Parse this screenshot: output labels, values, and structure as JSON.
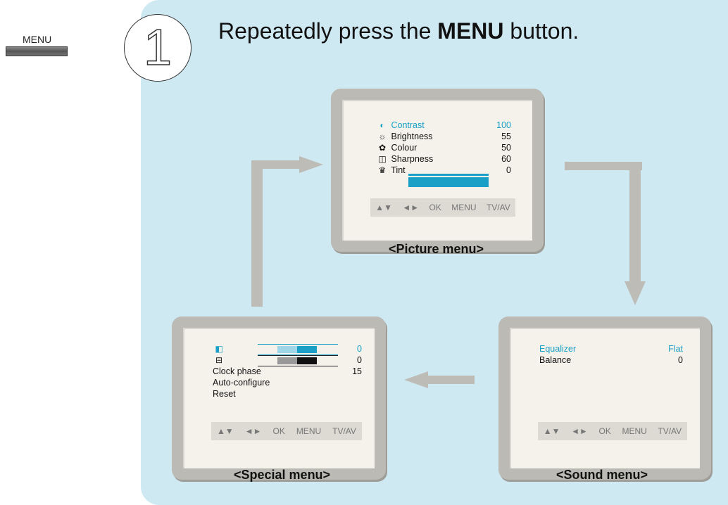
{
  "menu_key": {
    "label": "MENU"
  },
  "step": {
    "number": "1",
    "text_before": "Repeatedly press the ",
    "text_bold": "MENU",
    "text_after": " button."
  },
  "picture_menu": {
    "caption": "<Picture menu>",
    "rows": [
      {
        "icon": "contrast-icon",
        "glyph": "◐",
        "label": "Contrast",
        "value": "100",
        "selected": true
      },
      {
        "icon": "brightness-icon",
        "glyph": "☼",
        "label": "Brightness",
        "value": "55"
      },
      {
        "icon": "colour-icon",
        "glyph": "✿",
        "label": "Colour",
        "value": "50"
      },
      {
        "icon": "sharpness-icon",
        "glyph": "◫",
        "label": "Sharpness",
        "value": "60"
      },
      {
        "icon": "tint-icon",
        "glyph": "♛",
        "label": "Tint",
        "value": "0"
      }
    ],
    "bar": [
      "▲▼",
      "◄►",
      "OK",
      "MENU",
      "TV/AV"
    ]
  },
  "sound_menu": {
    "caption": "<Sound menu>",
    "rows": [
      {
        "label": "Equalizer",
        "value": "Flat",
        "selected": true
      },
      {
        "label": "Balance",
        "value": "0"
      }
    ],
    "bar": [
      "▲▼",
      "◄►",
      "OK",
      "MENU",
      "TV/AV"
    ]
  },
  "special_menu": {
    "caption": "<Special menu>",
    "rows": [
      {
        "icon": "horizontal-position-icon",
        "glyph": "◧",
        "label": "",
        "value": "0",
        "selected": true
      },
      {
        "icon": "vertical-position-icon",
        "glyph": "⊟",
        "label": "",
        "value": "0"
      },
      {
        "label": "Clock phase",
        "value": "15"
      },
      {
        "label": "Auto-configure",
        "value": ""
      },
      {
        "label": "Reset",
        "value": ""
      }
    ],
    "bar": [
      "▲▼",
      "◄►",
      "OK",
      "MENU",
      "TV/AV"
    ]
  },
  "colors": {
    "accent": "#1aa0c6",
    "panel": "#cfe9f3",
    "arrow": "#bdbcb6"
  }
}
